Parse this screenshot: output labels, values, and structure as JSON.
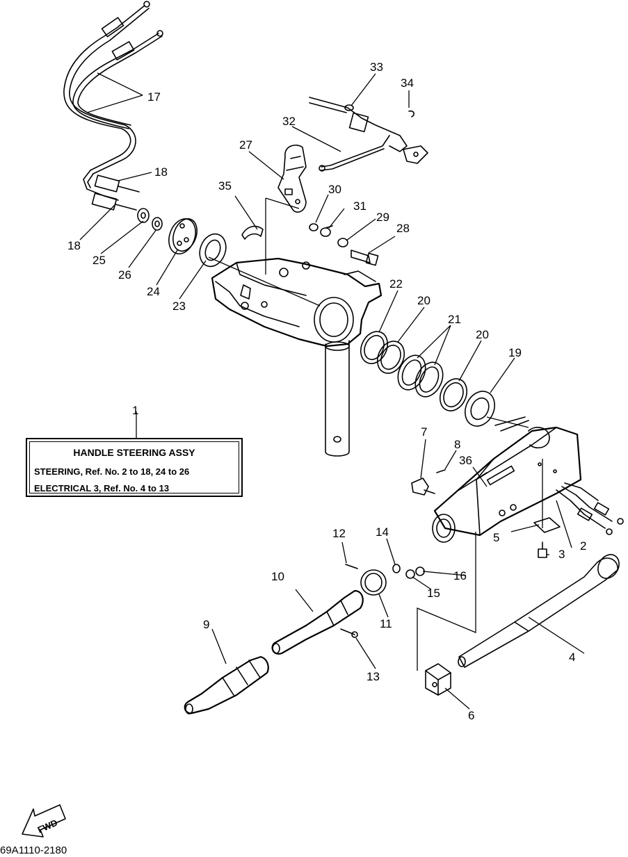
{
  "box": {
    "title": "HANDLE STEERING ASSY",
    "line1": "STEERING,  Ref. No. 2 to 18, 24 to 26",
    "line2": "ELECTRICAL 3, Ref. No. 4 to 13"
  },
  "labels": {
    "p1": "1",
    "p2": "2",
    "p3": "3",
    "p4": "4",
    "p5": "5",
    "p6": "6",
    "p7": "7",
    "p8": "8",
    "p9": "9",
    "p10": "10",
    "p11": "11",
    "p12": "12",
    "p13": "13",
    "p14": "14",
    "p15": "15",
    "p16": "16",
    "p17": "17",
    "p18a": "18",
    "p18b": "18",
    "p19": "19",
    "p20a": "20",
    "p20b": "20",
    "p21": "21",
    "p22": "22",
    "p23": "23",
    "p24": "24",
    "p25": "25",
    "p26": "26",
    "p27": "27",
    "p28": "28",
    "p29": "29",
    "p30": "30",
    "p31": "31",
    "p32": "32",
    "p33": "33",
    "p34": "34",
    "p35": "35",
    "p36": "36"
  },
  "fwd": "FWD",
  "doc_code": "69A1110-2180"
}
